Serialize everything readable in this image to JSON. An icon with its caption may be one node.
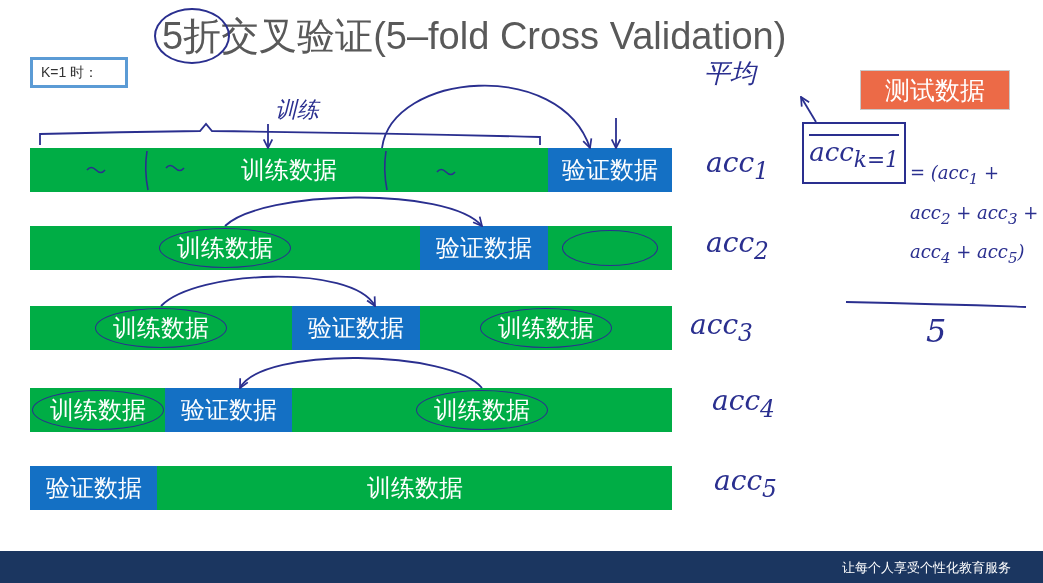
{
  "diagram": {
    "title": "5折交叉验证(5–fold Cross Validation)",
    "nodes": [
      {
        "text": [
          "K=1 时："
        ]
      },
      {
        "text": [
          "测试数据"
        ]
      },
      {
        "text": [
          "训练"
        ]
      },
      {
        "text": [
          "训练数据"
        ]
      },
      {
        "text": [
          "验证数据"
        ]
      },
      {
        "text": [
          "acc$_{k=1}$"
        ]
      },
      {
        "text": [
          "训练数据"
        ]
      },
      {
        "text": [
          "验证数据"
        ]
      },
      {
        "text": [],
        "shape": "bar"
      },
      {
        "text": [
          "训练数据"
        ]
      },
      {
        "text": [
          "验证数据"
        ]
      },
      {
        "text": [
          "训练数据"
        ]
      },
      {
        "text": [
          "训练数据"
        ]
      },
      {
        "text": [
          "验证数据"
        ]
      },
      {
        "text": [
          "训练数据"
        ]
      },
      {
        "text": [
          "验证数据"
        ]
      },
      {
        "text": [
          "训练数据"
        ]
      }
    ],
    "edges": [
      {
        "from": 2,
        "to": 3,
        "arrow": "to"
      },
      {
        "from": 3,
        "to": 4,
        "arrow": "to"
      },
      {
        "from": null,
        "to": 4,
        "arrow": "to"
      },
      {
        "from": 5,
        "to": null,
        "arrow": "to"
      },
      {
        "from": 6,
        "to": 7,
        "arrow": "to"
      },
      {
        "from": 9,
        "to": 10,
        "arrow": "to"
      },
      {
        "from": 14,
        "to": 13,
        "arrow": "to"
      }
    ],
    "labels": [
      "平均",
      "acc$_{1}$",
      "= (acc$_{1}$ + acc$_{2}$ + acc$_{3}$ + acc$_{4}$ + acc$_{5}$)",
      "acc$_{2}$",
      "acc$_{3}$",
      "5",
      "acc$_{4}$",
      "acc$_{5}$",
      "让每个人享受个性化教育服务"
    ]
  }
}
